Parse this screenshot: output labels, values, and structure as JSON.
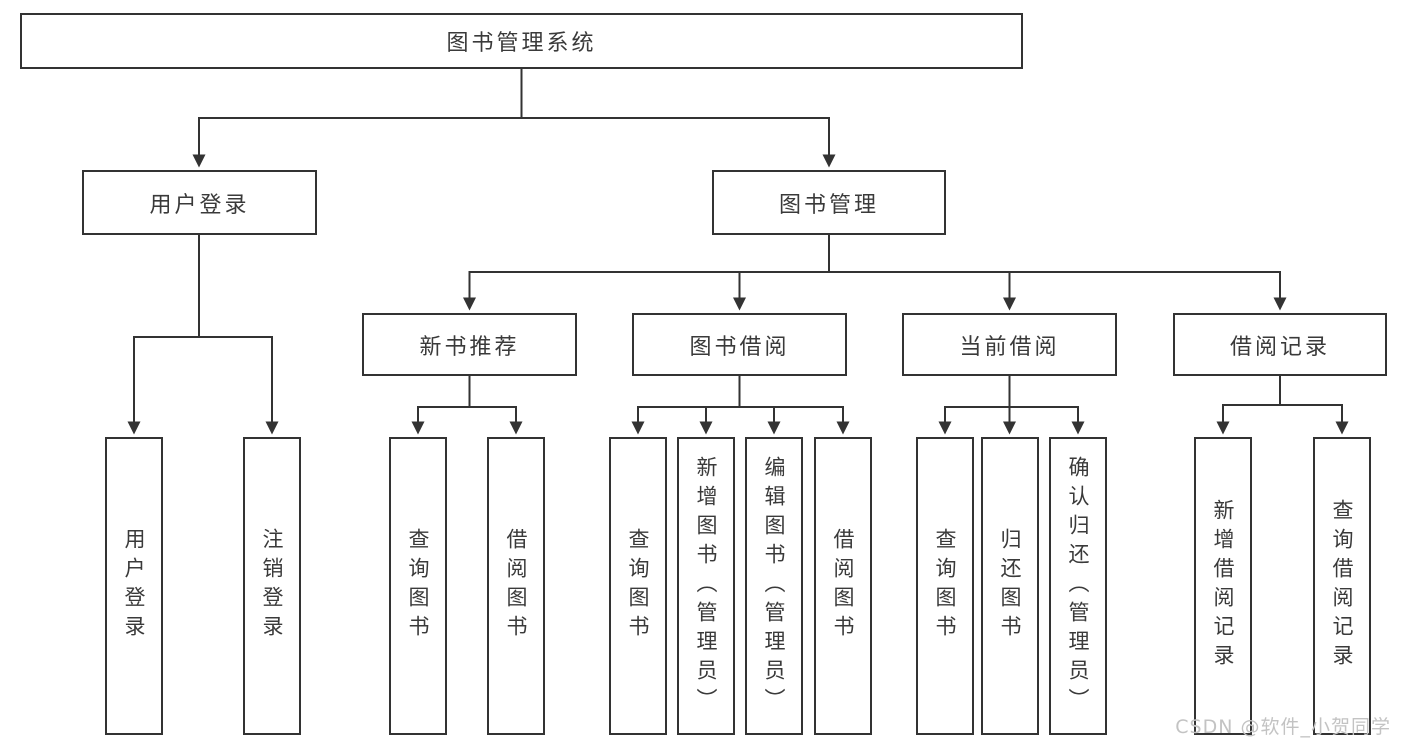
{
  "diagram": {
    "watermark": "CSDN @软件_小贺同学",
    "colors": {
      "line": "#333333",
      "box_border": "#333333",
      "box_background": "#ffffff",
      "text": "#3a3a3a",
      "watermark_text": "#c3c3c3"
    },
    "tree": {
      "root": {
        "label": "图书管理系统",
        "children": [
          {
            "label": "用户登录",
            "children": [
              {
                "label": "用户登录"
              },
              {
                "label": "注销登录"
              }
            ]
          },
          {
            "label": "图书管理",
            "children": [
              {
                "label": "新书推荐",
                "children": [
                  {
                    "label": "查询图书"
                  },
                  {
                    "label": "借阅图书"
                  }
                ]
              },
              {
                "label": "图书借阅",
                "children": [
                  {
                    "label": "查询图书"
                  },
                  {
                    "label": "新增图书（管理员）"
                  },
                  {
                    "label": "编辑图书（管理员）"
                  },
                  {
                    "label": "借阅图书"
                  }
                ]
              },
              {
                "label": "当前借阅",
                "children": [
                  {
                    "label": "查询图书"
                  },
                  {
                    "label": "归还图书"
                  },
                  {
                    "label": "确认归还（管理员）"
                  }
                ]
              },
              {
                "label": "借阅记录",
                "children": [
                  {
                    "label": "新增借阅记录"
                  },
                  {
                    "label": "查询借阅记录"
                  }
                ]
              }
            ]
          }
        ]
      }
    }
  }
}
